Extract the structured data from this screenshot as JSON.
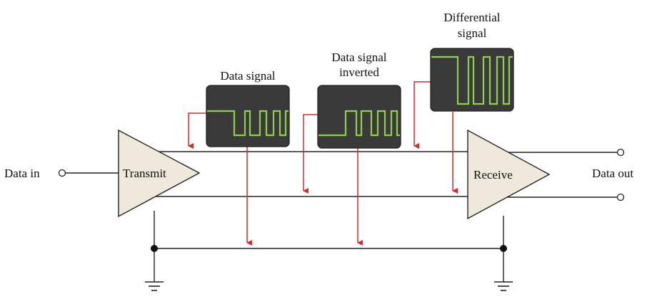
{
  "labels": {
    "data_in": "Data in",
    "data_out": "Data out",
    "transmit": "Transmit",
    "receive": "Receive",
    "scope1_title": "Data signal",
    "scope2_title_line1": "Data signal",
    "scope2_title_line2": "inverted",
    "scope3_title_line1": "Differential",
    "scope3_title_line2": "signal"
  },
  "colors": {
    "wire": "#222222",
    "probe": "#d42a2a",
    "scope_screen": "#3a3a3a",
    "trace": "#8ed04e",
    "amplifier_fill": "#efe9dc"
  }
}
